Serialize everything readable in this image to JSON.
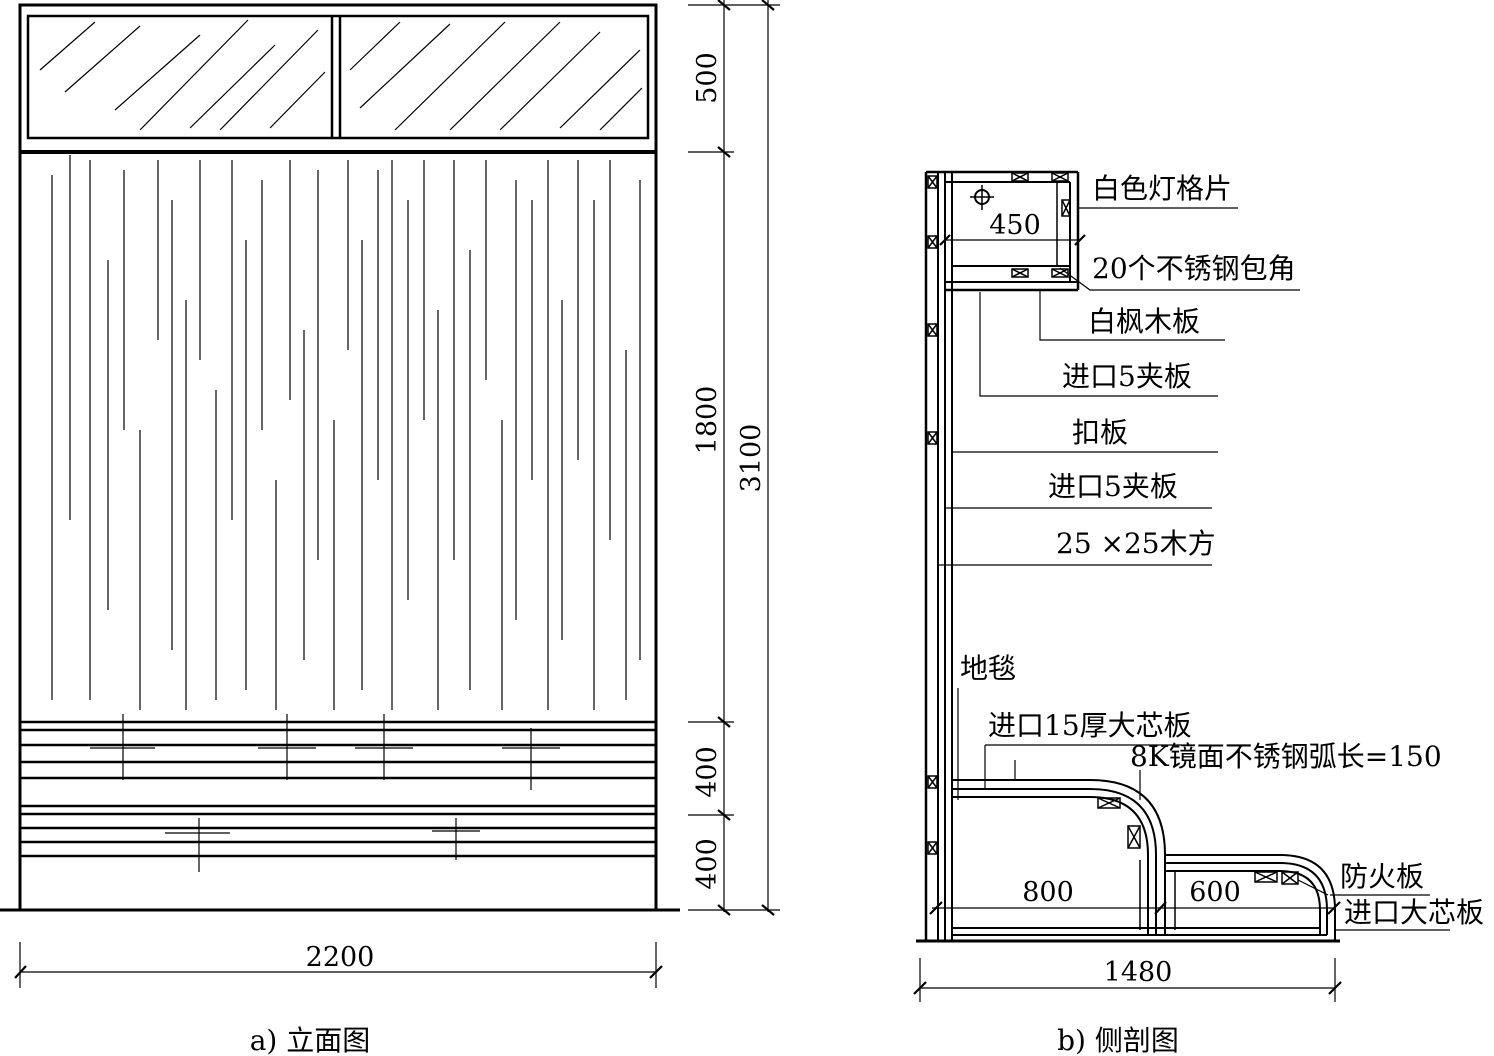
{
  "elevation": {
    "caption": "a) 立面图",
    "dims": {
      "total_width": "2200",
      "top_height": "500",
      "middle_height": "1800",
      "lower1_height": "400",
      "lower2_height": "400",
      "total_height": "3100"
    }
  },
  "section": {
    "caption": "b) 侧剖图",
    "dims": {
      "top_depth": "450",
      "step1_depth": "800",
      "step2_depth": "600",
      "total_depth": "1480"
    },
    "labels": {
      "light_grille": "白色灯格片",
      "ss_corners": "20个不锈钢包角",
      "maple_board": "白枫木板",
      "plywood_top": "进口5夹板",
      "cover_board": "扣板",
      "plywood_mid": "进口5夹板",
      "batten": "25 ×25木方",
      "carpet": "地毯",
      "blockboard_15": "进口15厚大芯板",
      "mirror_ss": "8K镜面不锈钢弧长=150",
      "fireproof": "防火板",
      "blockboard": "进口大芯板"
    }
  }
}
